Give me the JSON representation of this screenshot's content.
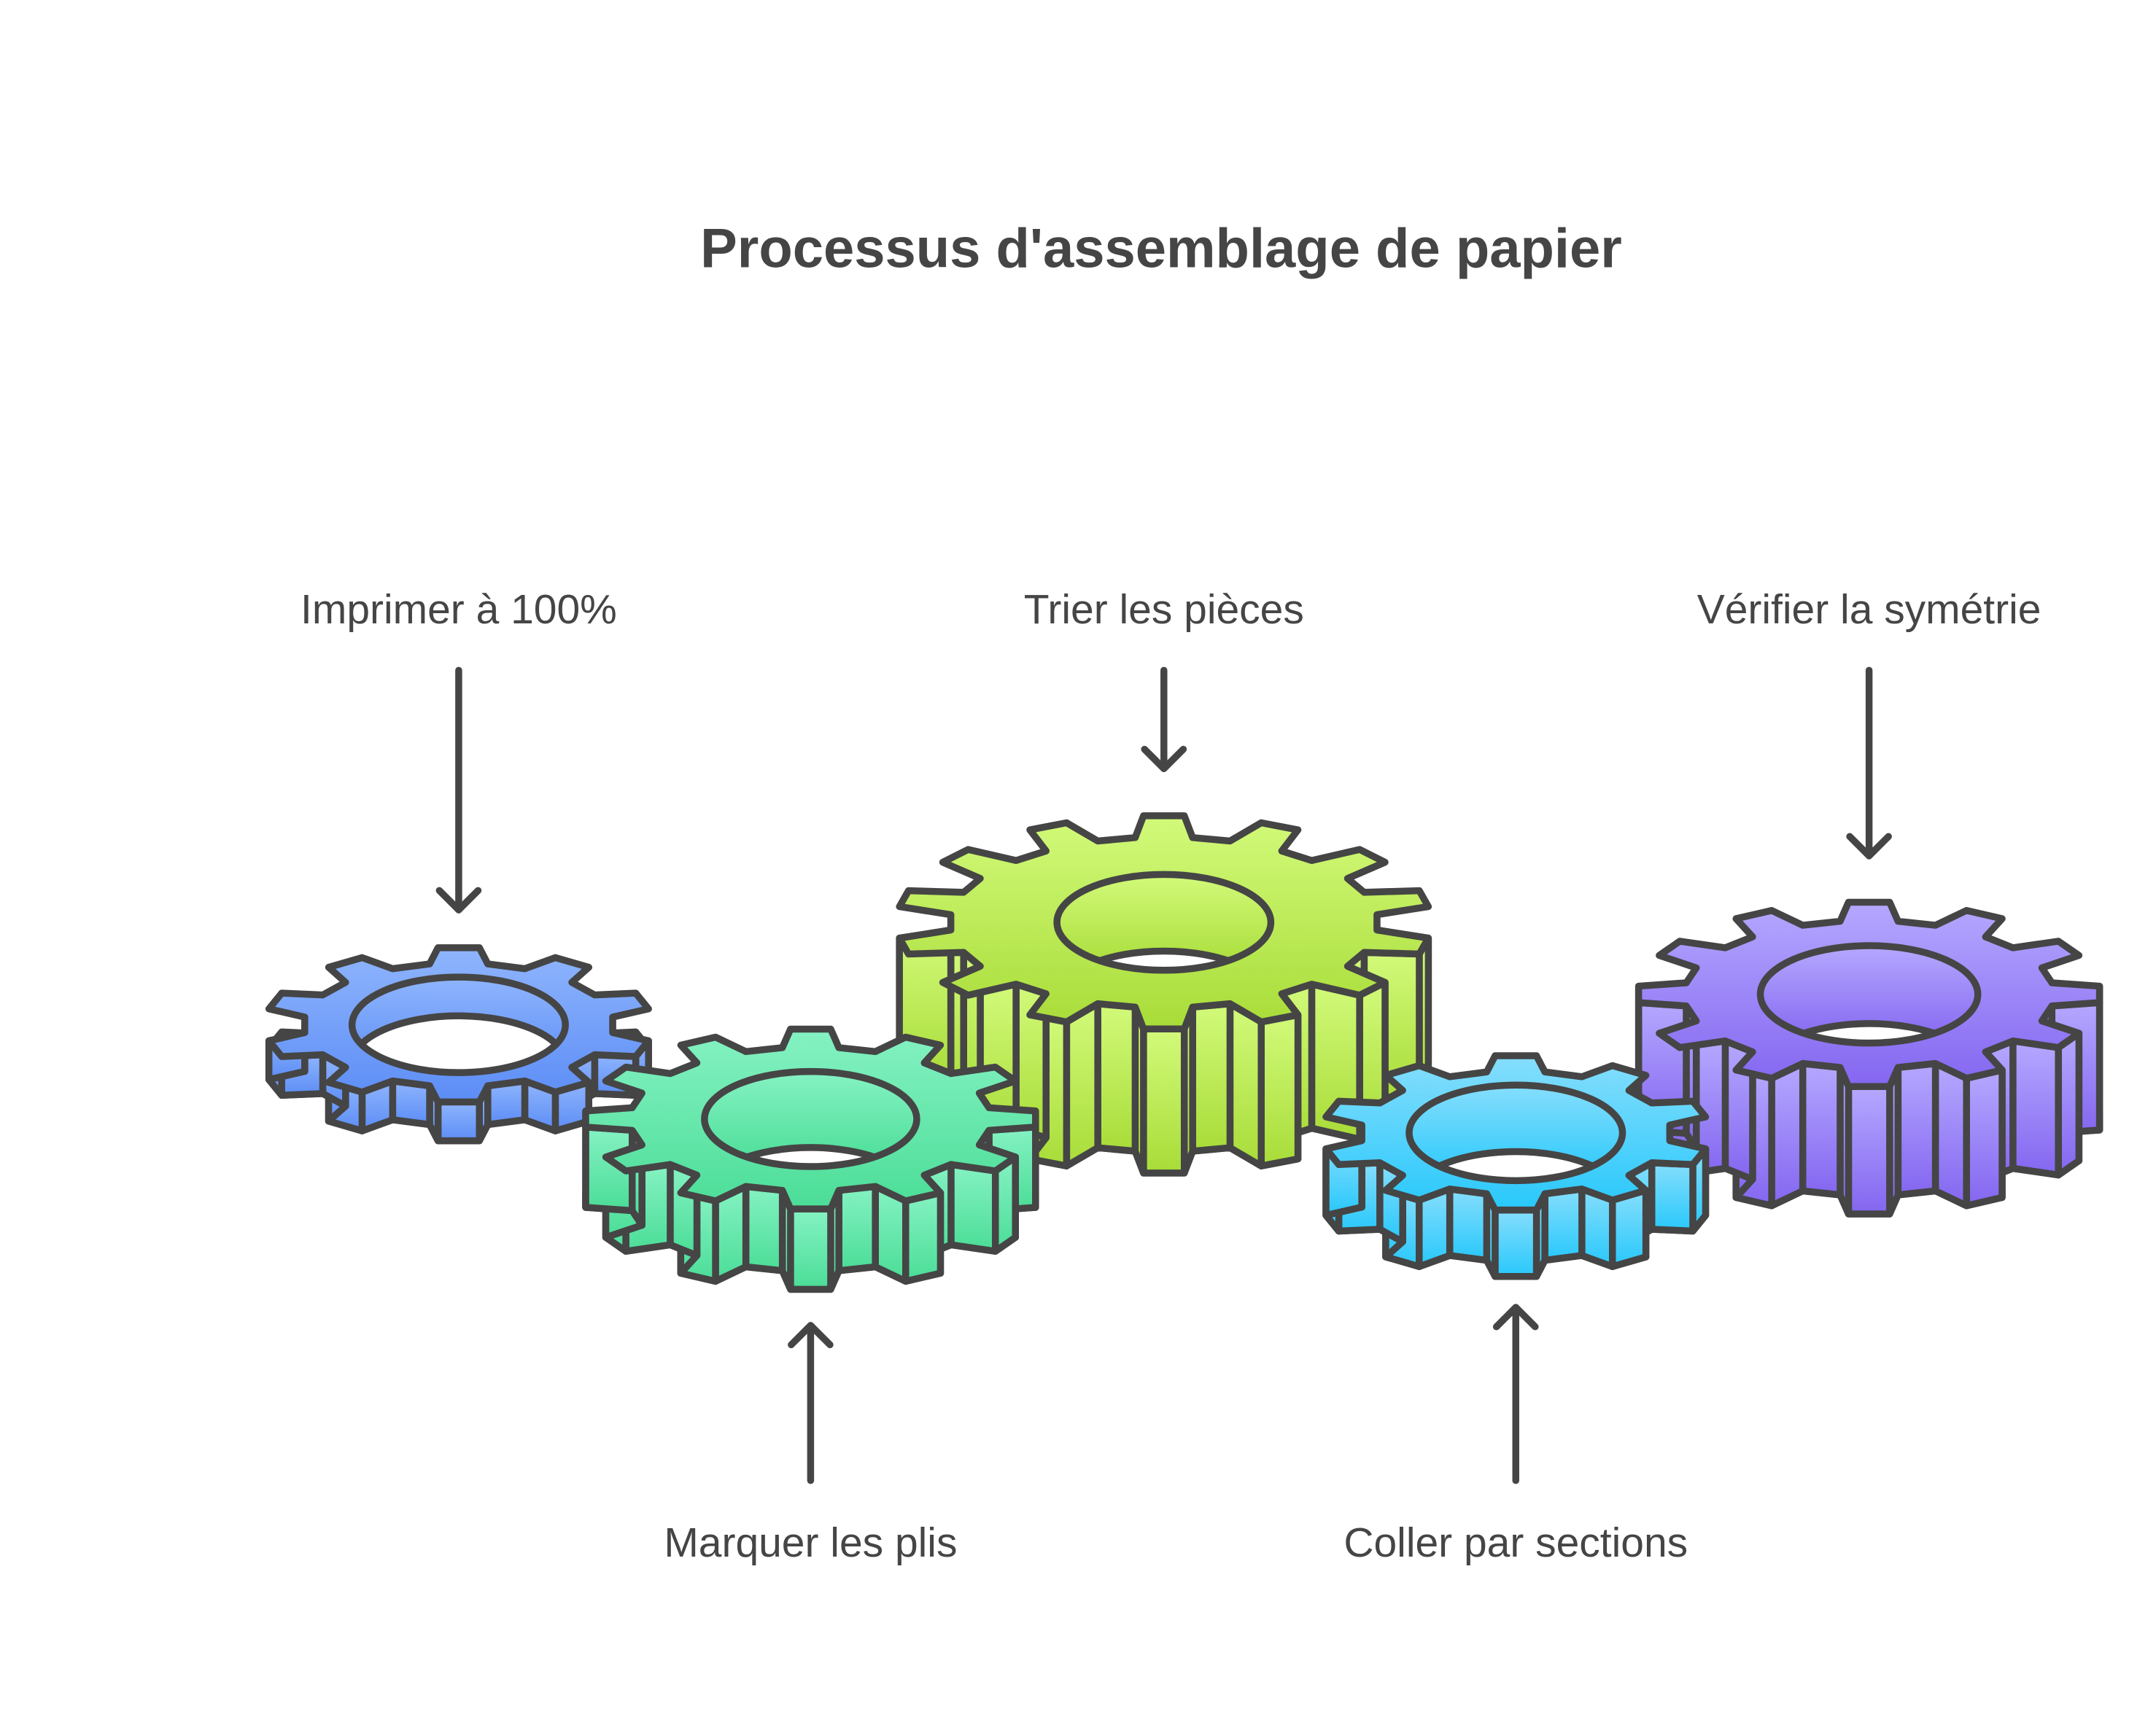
{
  "title": "Processus d'assemblage de papier",
  "steps": [
    {
      "label": "Imprimer à 100%",
      "order": 1,
      "label_side": "top",
      "color_top": "#8fb5fd",
      "color_bottom": "#5c8df6"
    },
    {
      "label": "Marquer les plis",
      "order": 2,
      "label_side": "bottom",
      "color_top": "#85f2c3",
      "color_bottom": "#4bdd97"
    },
    {
      "label": "Trier les pièces",
      "order": 3,
      "label_side": "top",
      "color_top": "#d2fa7a",
      "color_bottom": "#a8dc38"
    },
    {
      "label": "Coller par sections",
      "order": 4,
      "label_side": "bottom",
      "color_top": "#86defd",
      "color_bottom": "#28c8fb"
    },
    {
      "label": "Vérifier la symétrie",
      "order": 5,
      "label_side": "top",
      "color_top": "#b5a8ff",
      "color_bottom": "#8466f0"
    }
  ],
  "colors": {
    "outline": "#454545",
    "text": "#454545",
    "background": "#ffffff"
  }
}
